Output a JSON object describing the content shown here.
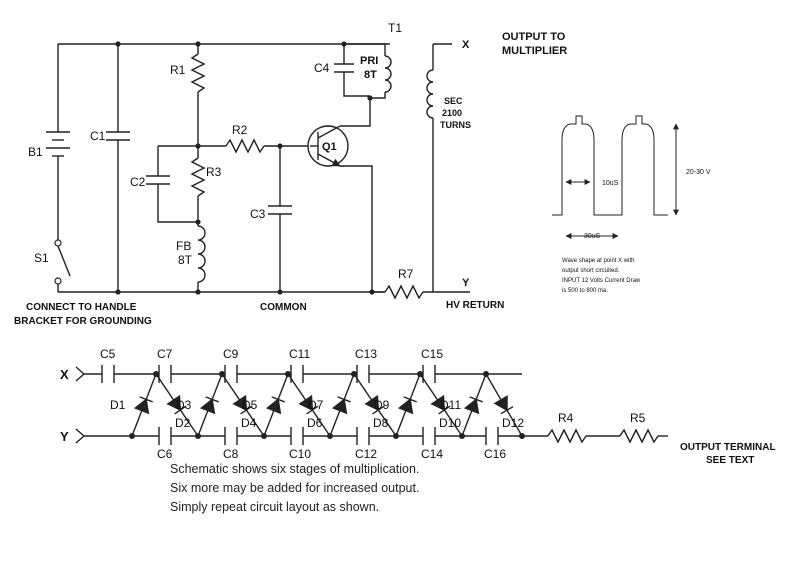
{
  "labels": {
    "t1": "T1",
    "x_top": "X",
    "y_top": "Y",
    "output_to_1": "OUTPUT TO",
    "output_to_2": "MULTIPLIER",
    "c4": "C4",
    "pri": "PRI",
    "pri_turns": "8T",
    "sec": "SEC",
    "sec_turns": "2100",
    "sec_turns_unit": "TURNS",
    "r1": "R1",
    "r2": "R2",
    "r3": "R3",
    "r7": "R7",
    "c1": "C1",
    "c2": "C2",
    "c3": "C3",
    "q1": "Q1",
    "b1": "B1",
    "s1": "S1",
    "fb": "FB",
    "fb_turns": "8T",
    "common": "COMMON",
    "hv_return": "HV RETURN",
    "ground_1": "CONNECT TO HANDLE",
    "ground_2": "BRACKET FOR GROUNDING"
  },
  "waveform": {
    "pulse_width": "10uS",
    "period": "30uS",
    "amplitude": "20-30 V",
    "note_1": "Wave shape at point X with",
    "note_2": "output short circuited.",
    "note_3": "INPUT 12 Volts Current Draw",
    "note_4": "is 500 to 800 ma."
  },
  "multiplier": {
    "input_x": "X",
    "input_y": "Y",
    "top_caps": [
      "C5",
      "C7",
      "C9",
      "C11",
      "C13",
      "C15"
    ],
    "bottom_caps": [
      "C6",
      "C8",
      "C10",
      "C12",
      "C14",
      "C16"
    ],
    "diodes": [
      "D1",
      "D2",
      "D3",
      "D4",
      "D5",
      "D6",
      "D7",
      "D8",
      "D9",
      "D10",
      "D11",
      "D12"
    ],
    "r4": "R4",
    "r5": "R5",
    "output_1": "OUTPUT TERMINAL",
    "output_2": "SEE TEXT"
  },
  "notes": [
    "Schematic shows six stages of multiplication.",
    "Six more may be added for increased output.",
    "Simply repeat circuit layout as shown."
  ]
}
